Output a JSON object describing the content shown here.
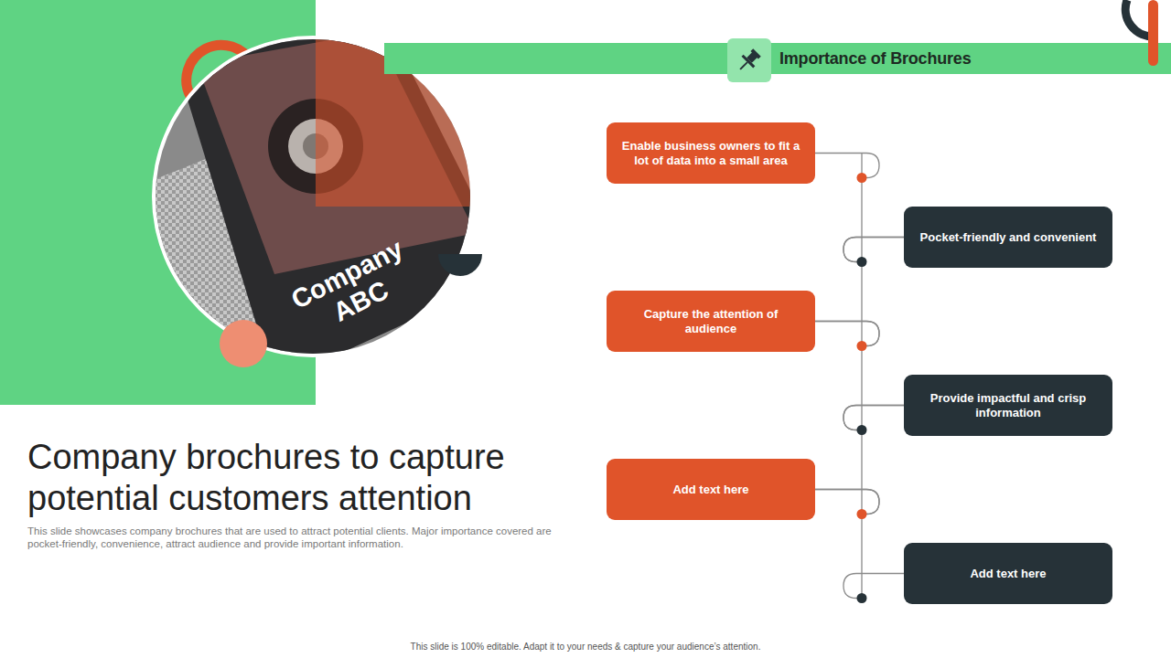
{
  "diagram": {
    "title": "Company brochures to capture potential customers attention",
    "caption": "This slide showcases company brochures that are used to attract potential clients. Major importance covered are pocket-friendly, convenience, attract audience and provide important information.",
    "nodes": [
      {
        "text": [
          "Importance of Brochures"
        ]
      },
      {
        "text": [
          "Enable business owners to fit a lot of data into a small area"
        ]
      },
      {
        "text": [
          "Pocket-friendly and convenient"
        ]
      },
      {
        "text": [
          "Capture the attention of audience"
        ]
      },
      {
        "text": [
          "Provide impactful and crisp information"
        ]
      },
      {
        "text": [
          "Add text here"
        ]
      },
      {
        "text": [
          "Add text here"
        ]
      }
    ],
    "edges": [
      {
        "from": 1,
        "to": 2,
        "arrow": "none"
      },
      {
        "from": 2,
        "to": 3,
        "arrow": "none"
      },
      {
        "from": 3,
        "to": 4,
        "arrow": "none"
      },
      {
        "from": 4,
        "to": 5,
        "arrow": "none"
      },
      {
        "from": 5,
        "to": 6,
        "arrow": "none"
      }
    ],
    "labels": [
      "Company ABC",
      "This slide is 100% editable. Adapt it to your needs & capture your audience’s attention."
    ]
  }
}
